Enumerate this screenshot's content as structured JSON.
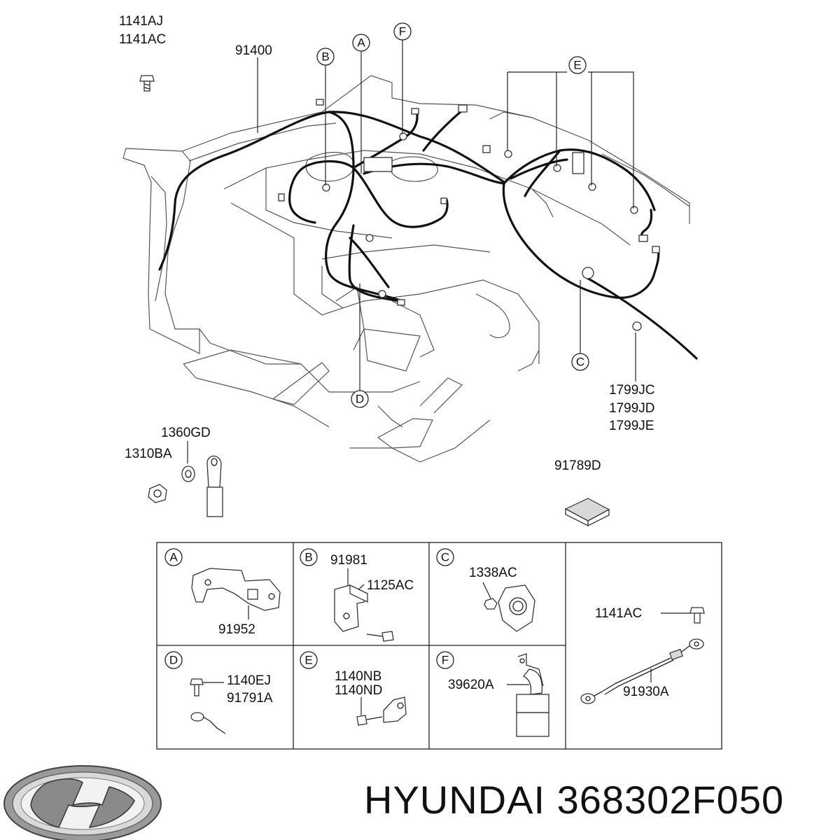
{
  "main_labels": {
    "bolt_top": [
      "1141AJ",
      "1141AC"
    ],
    "harness": "91400",
    "ground_cable": [
      "1799JC",
      "1799JD",
      "1799JE"
    ],
    "washer": "1360GD",
    "nut": "1310BA",
    "pad": "91789D"
  },
  "callouts": [
    "A",
    "B",
    "C",
    "D",
    "E",
    "F"
  ],
  "detail_boxes": {
    "A": {
      "letter": "A",
      "parts": [
        "91952"
      ]
    },
    "B": {
      "letter": "B",
      "parts": [
        "91981",
        "1125AC"
      ]
    },
    "C": {
      "letter": "C",
      "parts": [
        "1338AC"
      ]
    },
    "D": {
      "letter": "D",
      "parts": [
        "1140EJ",
        "91791A"
      ]
    },
    "E": {
      "letter": "E",
      "parts": [
        "1140NB",
        "1140ND"
      ]
    },
    "F": {
      "letter": "F",
      "parts": [
        "39620A"
      ]
    },
    "G": {
      "letter": "",
      "parts": [
        "1141AC",
        "91930A"
      ]
    }
  },
  "footer": {
    "brand": "HYUNDAI",
    "part_number": "368302F050"
  }
}
